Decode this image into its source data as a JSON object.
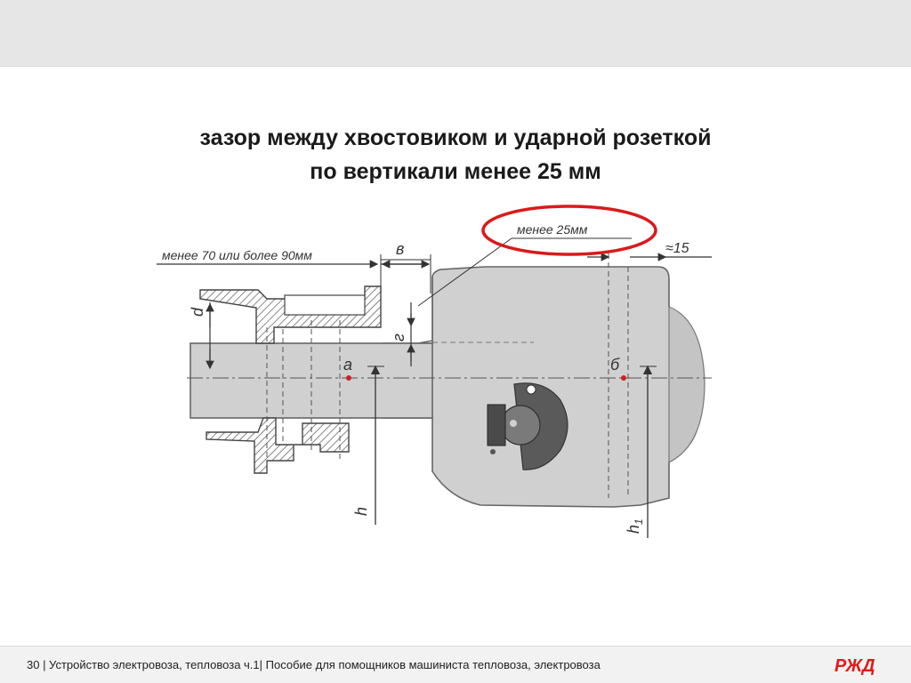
{
  "slide": {
    "title_line1": "зазор между хвостовиком и ударной розеткой",
    "title_line2": "по вертикали менее 25 мм"
  },
  "drawing": {
    "label_gap_25": "менее 25мм",
    "label_range": "менее 70 или более 90мм",
    "label_v": "в",
    "label_approx15": "≈15",
    "label_d": "d",
    "label_g": "г",
    "label_a": "а",
    "label_b": "б",
    "label_h": "h",
    "label_h1": "h",
    "label_h1_sub": "1"
  },
  "colors": {
    "highlight": "#d91a1a",
    "body_fill": "#cfcfcf",
    "brand": "#e21a1a"
  },
  "footer": {
    "text": "30 | Устройство электровоза, тепловоза ч.1| Пособие для помощников машиниста тепловоза, электровоза"
  },
  "logo": {
    "text": "РЖД",
    "icon": "rzd-logo-icon"
  }
}
